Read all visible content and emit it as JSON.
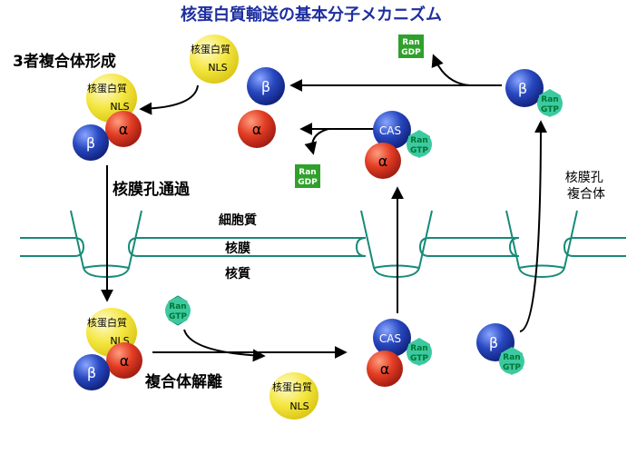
{
  "title": "核蛋白質輸送の基本分子メカニズム",
  "labels": {
    "trimer_formation": "3者複合体形成",
    "pore_passage": "核膜孔通過",
    "cytoplasm": "細胞質",
    "nuclear_membrane": "核膜",
    "nucleoplasm": "核質",
    "complex_dissociation": "複合体解離",
    "pore_complex": "核膜孔\n複合体"
  },
  "molecules": {
    "cargo_line1": "核蛋白質",
    "cargo_line2": "NLS",
    "alpha": "α",
    "beta": "β",
    "cas": "CAS",
    "ran_line1": "Ran",
    "gtp": "GTP",
    "gdp": "GDP"
  },
  "colors": {
    "title": "#1e2f9f",
    "cargo": "#f2e23a",
    "alpha": "#d12e1f",
    "beta": "#1e3fa8",
    "ran": "#3dc9a0",
    "gdp": "#2fa12a",
    "membrane": "#178a78"
  }
}
